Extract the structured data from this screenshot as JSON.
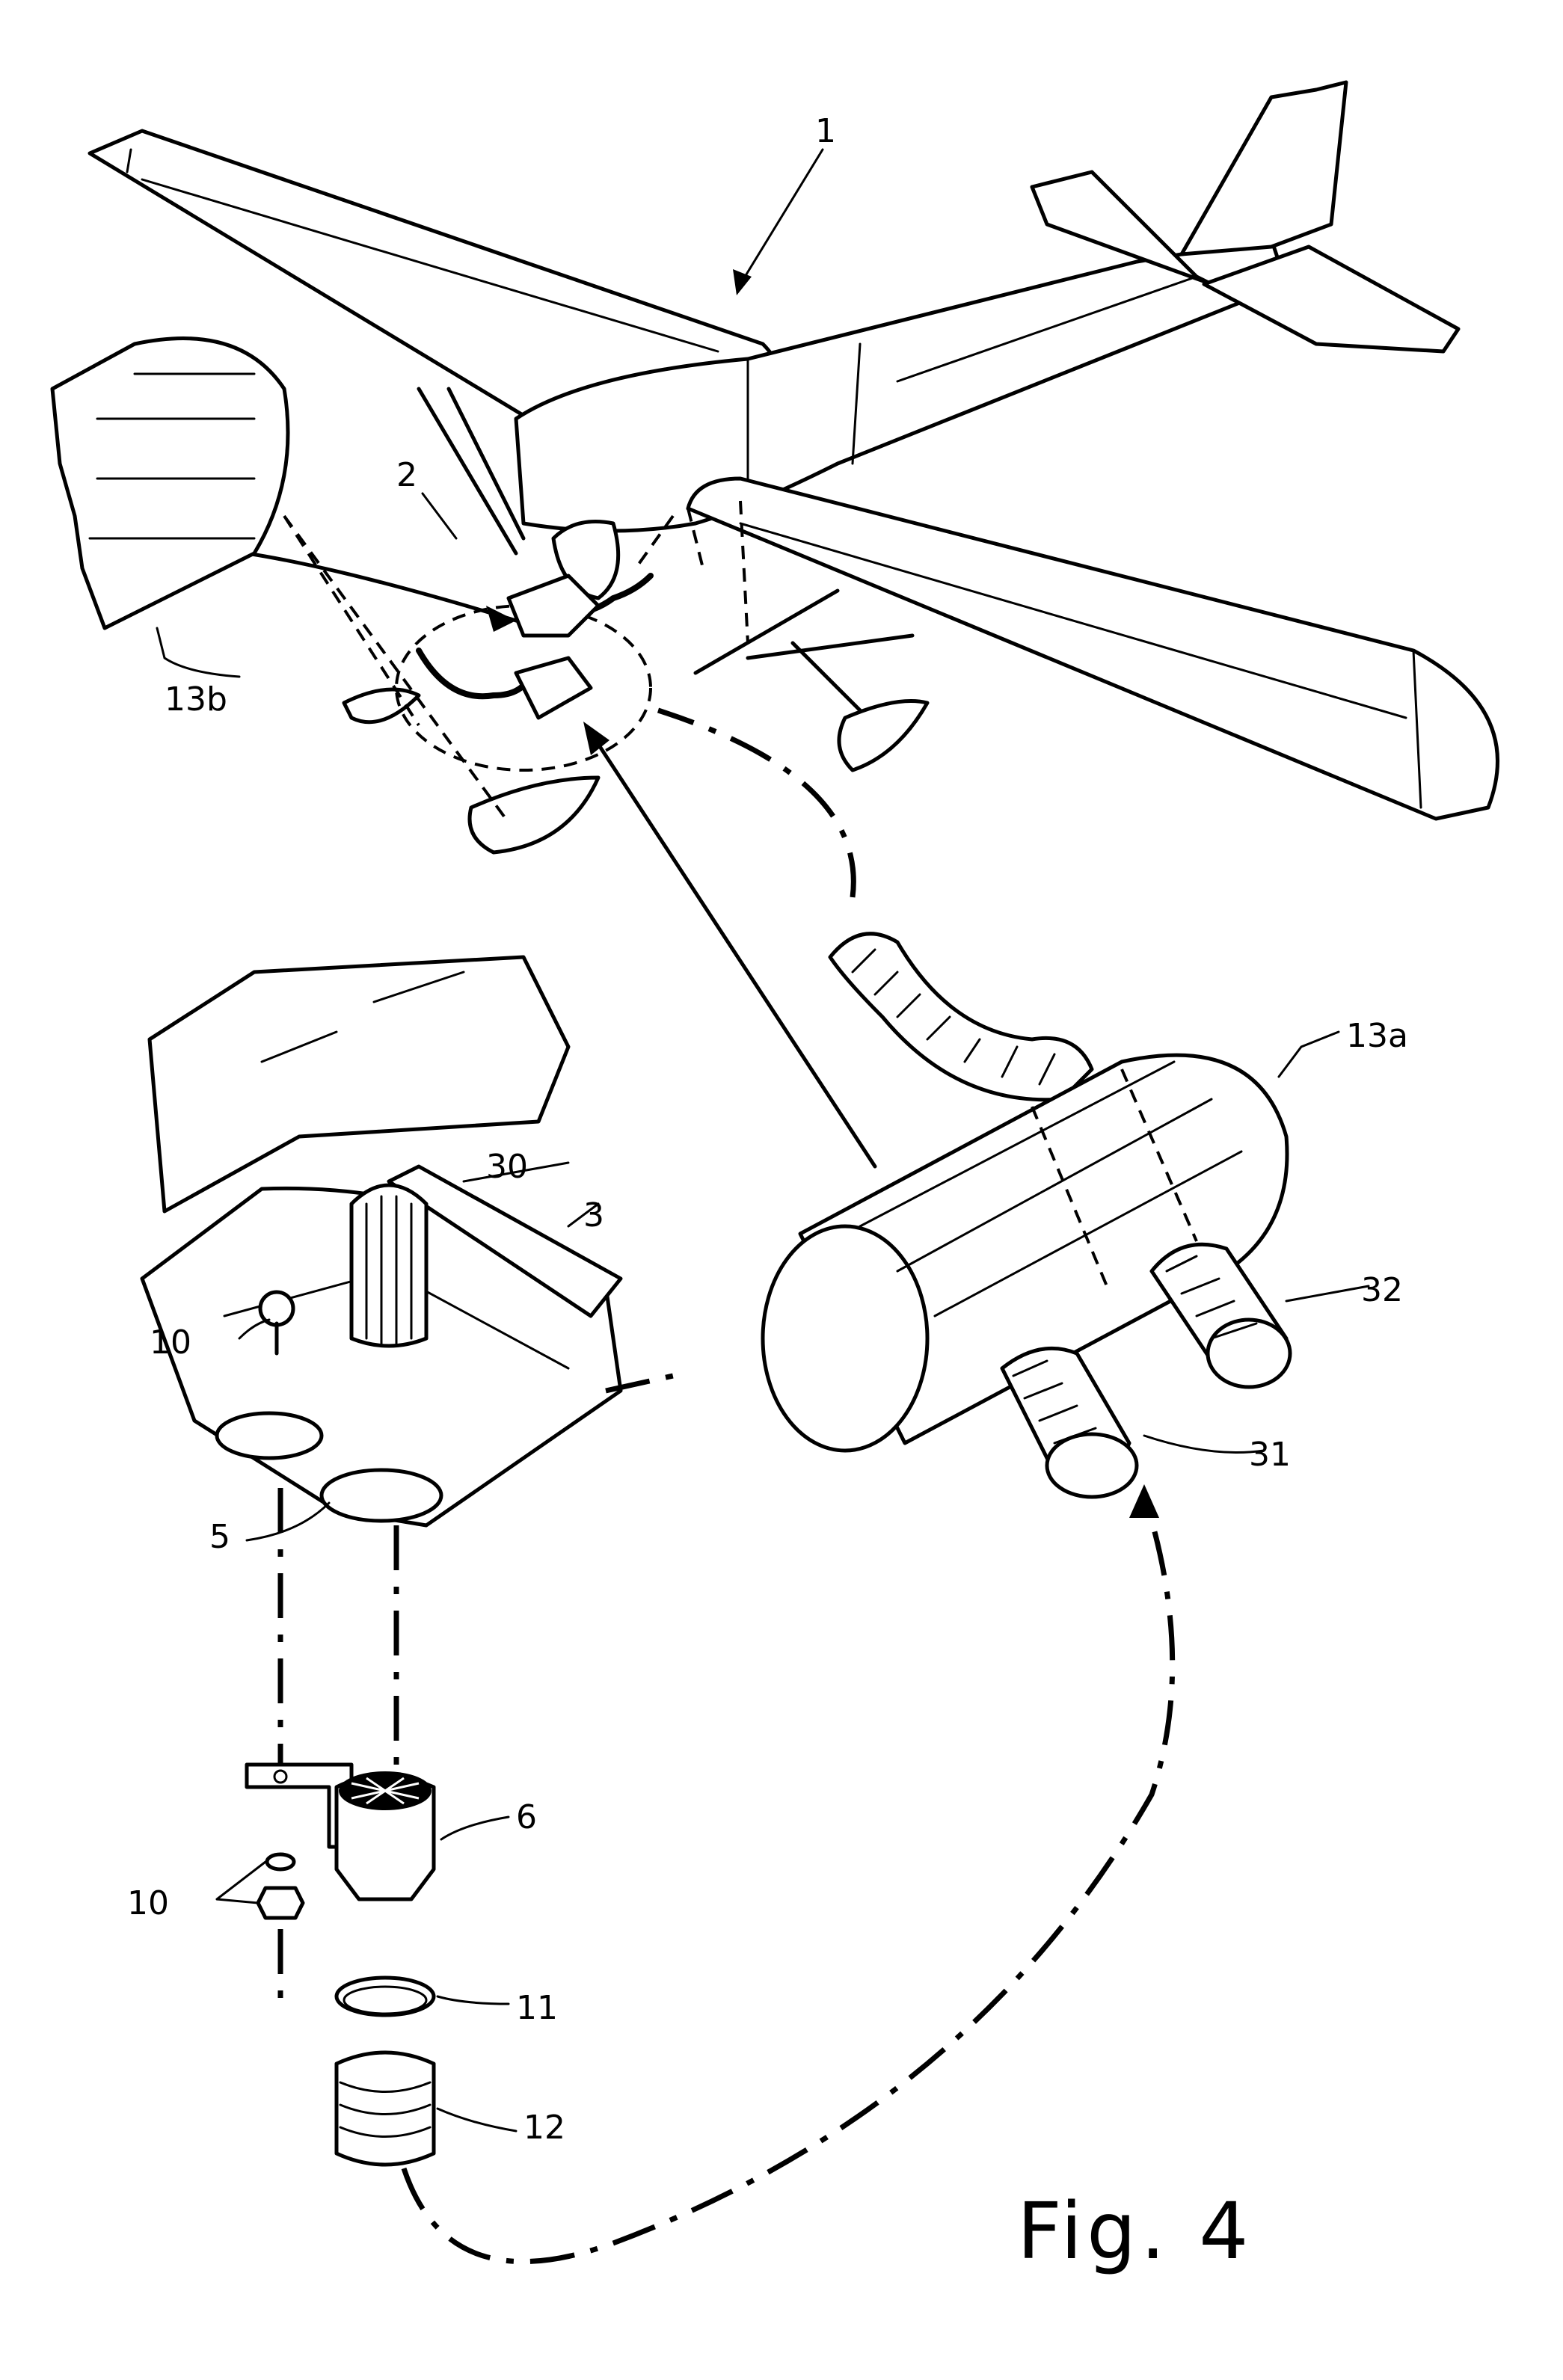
{
  "figure": {
    "caption": "Fig. 4",
    "labels": {
      "aircraft": "1",
      "detail": "2",
      "bracket": "3",
      "flange": "5",
      "filter": "6",
      "fasteners_upper": "10",
      "fasteners_lower": "10",
      "clamp": "11",
      "hose": "12",
      "muffler": "13a",
      "cowling": "13b",
      "outlet": "30",
      "hose_left": "31",
      "hose_right": "32"
    }
  }
}
